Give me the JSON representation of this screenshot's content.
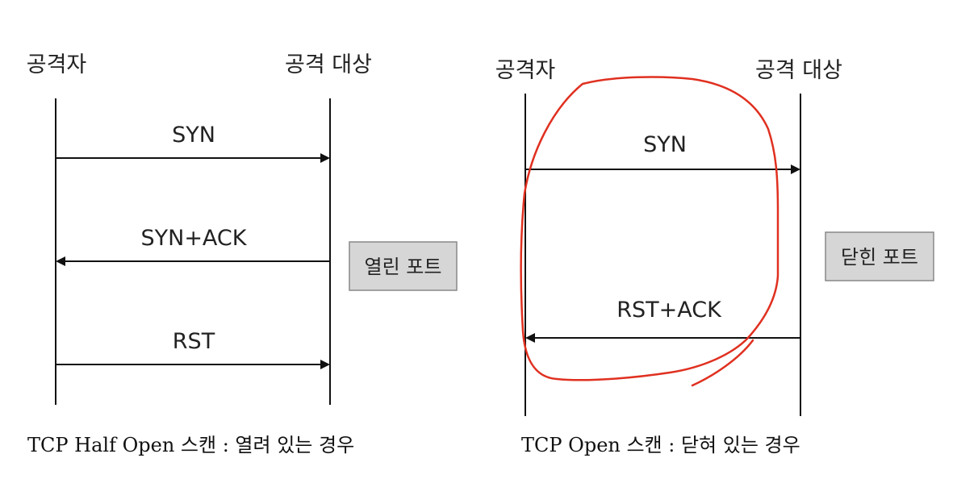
{
  "diagrams": [
    {
      "attacker_label": "공격자",
      "target_label": "공격 대상",
      "messages": [
        {
          "label": "SYN",
          "direction": "attacker-to-target"
        },
        {
          "label": "SYN+ACK",
          "direction": "target-to-attacker"
        },
        {
          "label": "RST",
          "direction": "attacker-to-target"
        }
      ],
      "state_label": "열린 포트",
      "caption": "TCP Half Open 스캔 : 열려 있는 경우"
    },
    {
      "attacker_label": "공격자",
      "target_label": "공격 대상",
      "messages": [
        {
          "label": "SYN",
          "direction": "attacker-to-target"
        },
        {
          "label": "RST+ACK",
          "direction": "target-to-attacker"
        }
      ],
      "state_label": "닫힌 포트",
      "caption": "TCP Open 스캔 : 닫혀 있는 경우"
    }
  ],
  "annotation_color": "#e03020"
}
